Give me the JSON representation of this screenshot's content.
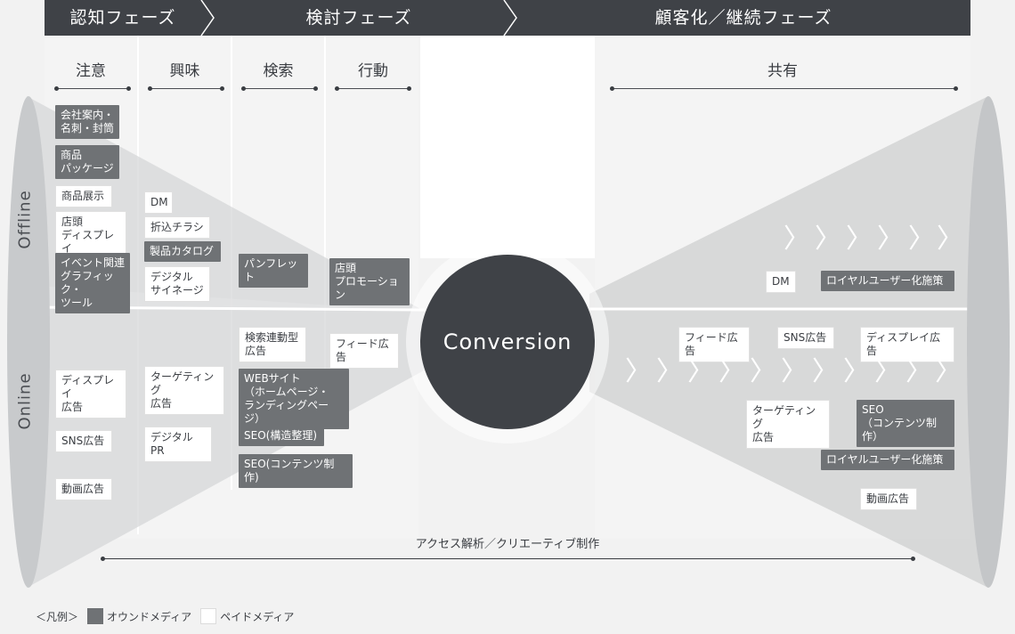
{
  "phases": [
    {
      "label": "認知フェーズ"
    },
    {
      "label": "検討フェーズ"
    },
    {
      "label": "顧客化／継続フェーズ"
    }
  ],
  "stages": [
    {
      "label": "注意"
    },
    {
      "label": "興味"
    },
    {
      "label": "検索"
    },
    {
      "label": "行動"
    },
    {
      "label": "共有"
    }
  ],
  "side_labels": {
    "offline": "Offline",
    "online": "Online"
  },
  "center": {
    "label": "Conversion"
  },
  "tags": {
    "offline_attention": [
      "会社案内・\n名刺・封筒",
      "商品\nパッケージ",
      "商品展示",
      "店頭\nディスプレイ",
      "イベント関連\nグラフィック・\nツール"
    ],
    "offline_interest": [
      "DM",
      "折込チラシ",
      "製品カタログ",
      "デジタル\nサイネージ"
    ],
    "offline_search": [
      "パンフレット"
    ],
    "offline_action": [
      "店頭\nプロモーション"
    ],
    "offline_share": [
      "DM",
      "ロイヤルユーザー化施策"
    ],
    "online_attention": [
      "ディスプレイ\n広告",
      "SNS広告",
      "動画広告"
    ],
    "online_interest": [
      "ターゲティング\n広告",
      "デジタルPR"
    ],
    "online_search": [
      "検索連動型\n広告",
      "WEBサイト\n（ホームページ・\nランディングページ）",
      "SEO(構造整理)",
      "SEO(コンテンツ制作)"
    ],
    "online_action": [
      "フィード広告"
    ],
    "online_share": [
      "フィード広告",
      "SNS広告",
      "ディスプレイ広告",
      "ターゲティング\n広告",
      "SEO\n（コンテンツ制作）",
      "ロイヤルユーザー化施策",
      "動画広告"
    ]
  },
  "analysis": {
    "label": "アクセス解析／クリエーティブ制作"
  },
  "legend": {
    "title": "＜凡例＞",
    "owned": "オウンドメディア",
    "paid": "ペイドメディア"
  },
  "colors": {
    "header": "#3f4247",
    "owned": "#6f7275",
    "paid": "#ffffff",
    "center": "#3f4247",
    "background": "#f2f2f2"
  }
}
